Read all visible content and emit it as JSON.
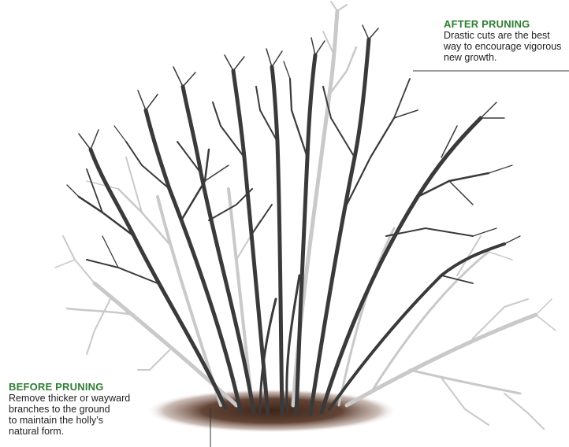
{
  "colors": {
    "heading": "#2e7d32",
    "body_text": "#222222",
    "branch_dark": "#3a3a3a",
    "branch_ghost": "#c4c4c4",
    "soil": "#5a3a2c",
    "leader_line": "#333333"
  },
  "callouts": {
    "after": {
      "heading": "AFTER PRUNING",
      "body": "Drastic cuts are the best\nway to encourage vigorous\nnew growth."
    },
    "before": {
      "heading": "BEFORE PRUNING",
      "body": "Remove thicker or wayward\nbranches to the ground\nto maintain the holly’s\nnatural form."
    }
  }
}
